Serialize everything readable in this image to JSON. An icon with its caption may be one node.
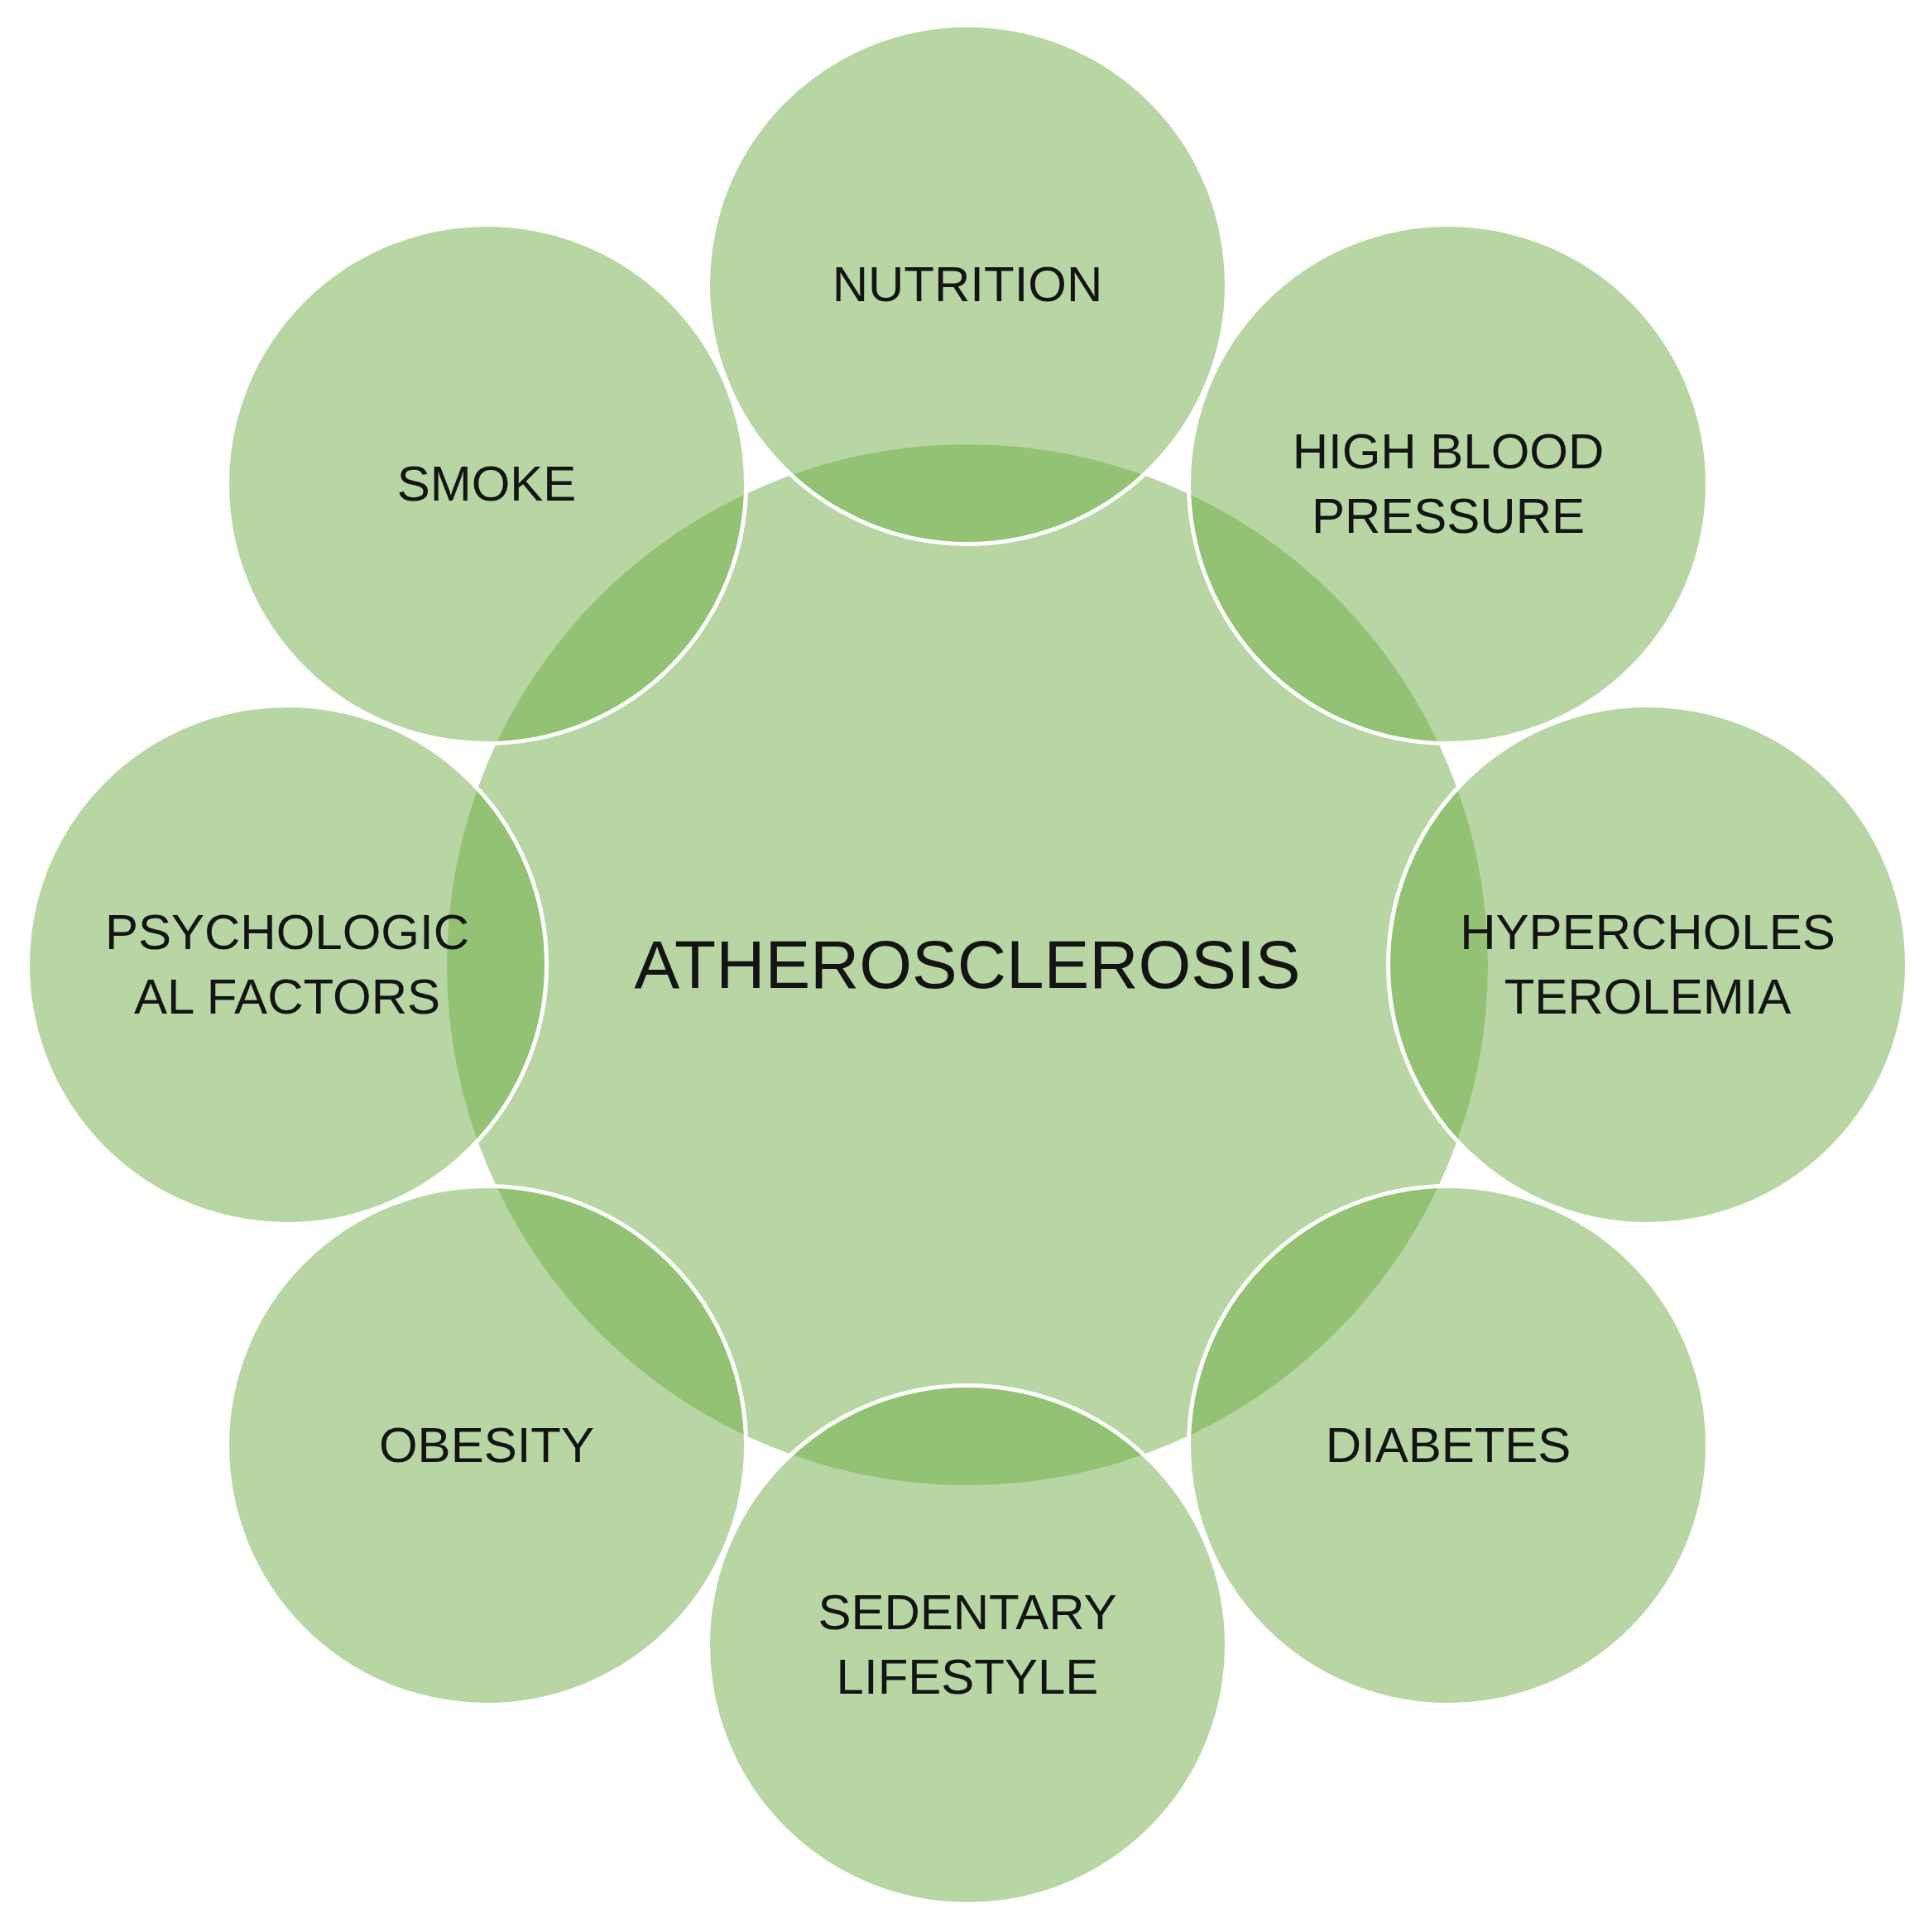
{
  "diagram": {
    "nodes": [
      {
        "text": [
          "ATHEROSCLEROSIS"
        ]
      },
      {
        "text": [
          "NUTRITION"
        ]
      },
      {
        "text": [
          "HIGH BLOOD PRESSURE"
        ]
      },
      {
        "text": [
          "HYPERCHOLES TEROLEMIA"
        ]
      },
      {
        "text": [
          "DIABETES"
        ]
      },
      {
        "text": [
          "SEDENTARY LIFESTYLE"
        ]
      },
      {
        "text": [
          "OBESITY"
        ]
      },
      {
        "text": [
          "PSYCHOLOGIC AL FACTORS"
        ]
      },
      {
        "text": [
          "SMOKE"
        ]
      }
    ]
  }
}
